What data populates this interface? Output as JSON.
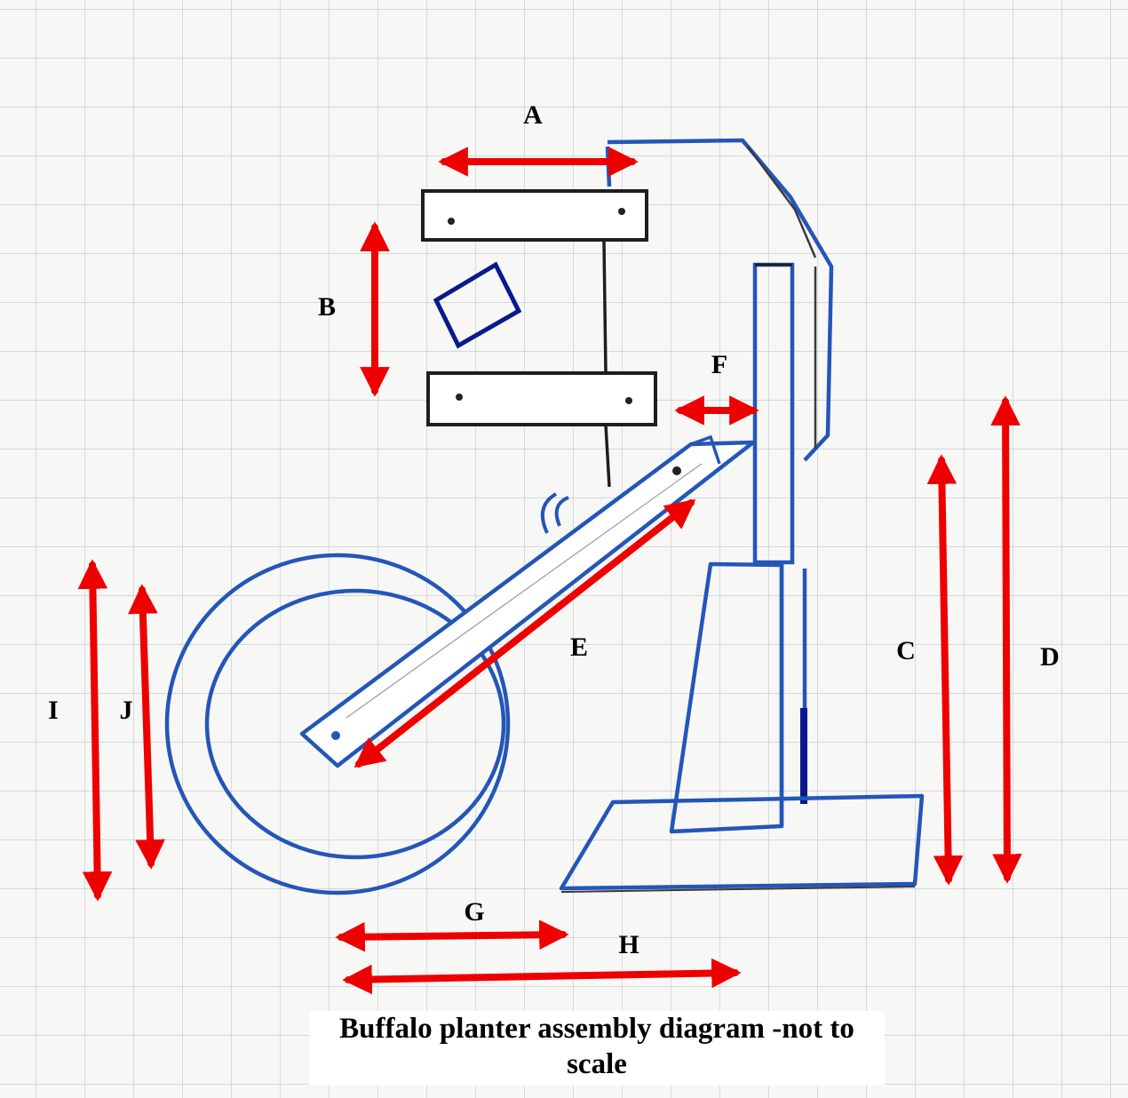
{
  "labels": {
    "a": "A",
    "b": "B",
    "c": "C",
    "d": "D",
    "e": "E",
    "f": "F",
    "g": "G",
    "h": "H",
    "i": "I",
    "j": "J"
  },
  "caption": "Buffalo planter assembly diagram -not to scale",
  "colors": {
    "paper": "#f7f7f5",
    "grid": "#c9ced6",
    "frame_line": "#2456b8",
    "pencil": "#3a3a3a",
    "arrow": "#ee0000",
    "dark_marker": "#0a1a8c"
  }
}
